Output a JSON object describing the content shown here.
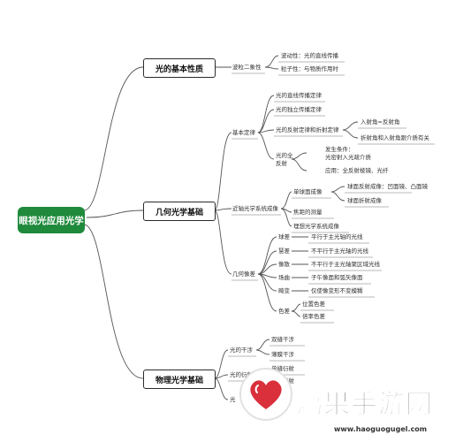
{
  "root": "眼视光应用光学",
  "branches": {
    "basic": {
      "title": "光的基本性质",
      "duality": "波粒二象性",
      "wave": "波动性：光的直线传播",
      "particle": "粒子性：与物质作用时"
    },
    "geo": {
      "title": "几何光学基础",
      "laws": "基本定律",
      "straight": "光的直线传播定律",
      "independent": "光的独立传播定律",
      "reflect_refract": "光的反射定律和折射定律",
      "incidence": "入射角=反射角",
      "refraction_rel": "折射角和入射角跟介质有关",
      "total_reflection": "光的全反射",
      "condition_title": "发生条件：",
      "condition": "光密射入光疏介质",
      "application": "应用：全反射棱镜、光纤",
      "system": "近轴光学系统成像",
      "single_surface": "单球面成像",
      "sphere_mirror": "球面反射成像：凹面镜、凸面镜",
      "sphere_refract": "球面折射成像",
      "cardinal": "焦距的测量",
      "ideal": "理想光学系统成像",
      "aberration": "几何像差",
      "spherical": "球差",
      "spherical_desc": "平行于主光轴的光线",
      "coma": "慧差",
      "coma_desc": "不平行于主光轴的光线",
      "astig": "像散",
      "astig_desc": "不平行于主光轴聚区域光线",
      "field_curv": "场曲",
      "field_desc": "子午像面和弧矢像面",
      "distortion": "畸变",
      "distortion_desc": "仅使像变形不变模糊",
      "chromatic": "色差",
      "position_chrom": "位置色差",
      "magnif_chrom": "倍率色差"
    },
    "phys": {
      "title": "物理光学基础",
      "interference": "光的干涉",
      "double_slit": "双缝干涉",
      "thin_film": "薄膜干涉",
      "diffraction": "光的衍射",
      "single_slit": "单缝衍射",
      "circular": "圆孔衍射",
      "polarization": "光"
    }
  },
  "watermark": {
    "text": "鸿果手游网",
    "url": "www.haoguogugel.com"
  }
}
